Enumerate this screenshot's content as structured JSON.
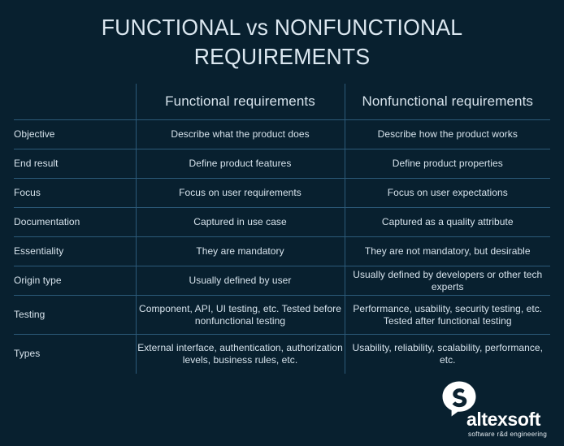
{
  "slide": {
    "title": "FUNCTIONAL vs NONFUNCTIONAL\nREQUIREMENTS",
    "background_color": "#08202f",
    "grid_color": "#2c5a79",
    "text_color": "#d7e3ec",
    "heading_color": "#e9f3fa"
  },
  "table": {
    "columns": [
      {
        "label": ""
      },
      {
        "label": "Functional requirements"
      },
      {
        "label": "Nonfunctional requirements"
      }
    ],
    "rows": [
      {
        "label": "Objective",
        "functional": "Describe what the product does",
        "nonfunctional": "Describe how the product works"
      },
      {
        "label": "End result",
        "functional": "Define product features",
        "nonfunctional": "Define product properties"
      },
      {
        "label": "Focus",
        "functional": "Focus on user requirements",
        "nonfunctional": "Focus on user expectations"
      },
      {
        "label": "Documentation",
        "functional": "Captured in use case",
        "nonfunctional": "Captured as a quality attribute"
      },
      {
        "label": "Essentiality",
        "functional": "They are mandatory",
        "nonfunctional": "They are not mandatory, but desirable"
      },
      {
        "label": "Origin type",
        "functional": "Usually defined by user",
        "nonfunctional": "Usually defined by developers or other tech experts"
      },
      {
        "label": "Testing",
        "functional": "Component, API, UI testing, etc. Tested before nonfunctional testing",
        "nonfunctional": "Performance, usability, security testing, etc. Tested after functional testing"
      },
      {
        "label": "Types",
        "functional": "External interface, authentication, authorization levels, business rules, etc.",
        "nonfunctional": "Usability, reliability, scalability, performance, etc."
      }
    ]
  },
  "logo": {
    "mark_name": "altexsoft-speech-bubble-mark",
    "wordmark": "altexsoft",
    "tagline": "software r&d engineering",
    "mark_color": "#ffffff",
    "wordmark_color": "#ffffff"
  }
}
